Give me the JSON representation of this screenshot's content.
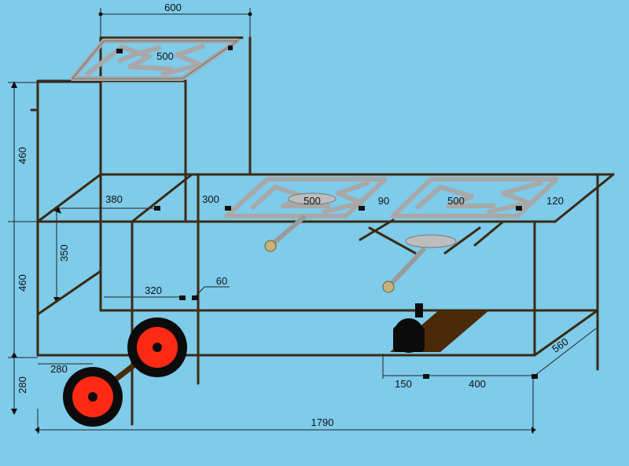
{
  "dimensions": {
    "top_width": "600",
    "top_grate": "500",
    "upper_height": "460",
    "side_depth": "380",
    "gap_300": "300",
    "burner1": "500",
    "gap_90": "90",
    "burner2": "500",
    "overhang_120": "120",
    "leg_350": "350",
    "lower_height": "460",
    "shelf_320": "320",
    "gap_60": "60",
    "wheel_280_h": "280",
    "wheel_280_v": "280",
    "offset_150": "150",
    "length_400": "400",
    "depth_560": "560",
    "total_1790": "1790"
  },
  "colors": {
    "background": "#7ecbea",
    "frame": "#3b2a14",
    "grate": "#a8a8a8",
    "wheel_rim": "#ff2a14",
    "tire": "#0b0b0b",
    "gas_bottle_plate": "#4a2a08"
  }
}
